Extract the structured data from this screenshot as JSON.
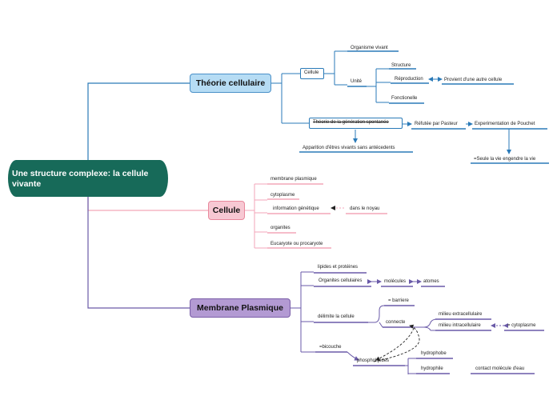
{
  "root": {
    "label": "Une structure complexe: la cellule vivante"
  },
  "theorie": {
    "label": "Théorie cellulaire",
    "cellule": "Cellule",
    "organisme": "Organisme vivant",
    "unite": "Unité",
    "structure": "Structure",
    "reproduction": "Réproduction",
    "provient": "Provient d'une autre cellule",
    "fonctionelle": "Fonctionelle",
    "generation": "Théorie de la génération spontanée",
    "refutee": "Réfutée par Pasteur",
    "experimentation": "Experimentation de Pouchet",
    "seule": "=Seule la vie engendre la vie",
    "apparition": "Apparition d'êtres vivants sans antécedents"
  },
  "cellule": {
    "label": "Cellule",
    "items": [
      "membrane plasmique",
      "cytoplasme",
      "information génétique",
      "organites",
      "Eucaryote ou procaryote"
    ],
    "noyau": "dans le noyau"
  },
  "membrane": {
    "label": "Membrane Plasmique",
    "lipides": "lipides et protéines",
    "organites": "Organites cellulaires",
    "molecules": "molécules",
    "atomes": "atomes",
    "delimite": "délimite la cellule",
    "barriere": "= barriere",
    "connecte": "connecte",
    "extra": "milieu extracellulaire",
    "intra": "milieu intracellulaire",
    "cytoplasme": "= cytoplasme",
    "bicouche": "=bicouche",
    "phospholipides": "phospholipides",
    "hydrophobe": "hydrophobe",
    "hydrophile": "hydrophile",
    "contact": "contact molécule d'eau"
  },
  "colors": {
    "root": "#176a59",
    "theorie": "#2a7ab8",
    "cellule": "#f3a6b8",
    "membrane": "#6a5aa8"
  }
}
